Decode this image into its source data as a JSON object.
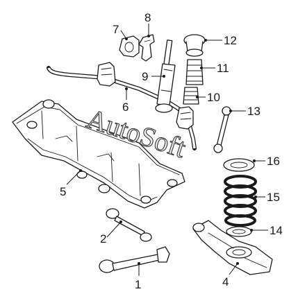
{
  "watermark": "AutoSoft",
  "parts": [
    {
      "id": "1",
      "label": "1"
    },
    {
      "id": "2",
      "label": "2"
    },
    {
      "id": "4",
      "label": "4"
    },
    {
      "id": "5",
      "label": "5"
    },
    {
      "id": "6",
      "label": "6"
    },
    {
      "id": "7",
      "label": "7"
    },
    {
      "id": "8",
      "label": "8"
    },
    {
      "id": "9",
      "label": "9"
    },
    {
      "id": "10",
      "label": "10"
    },
    {
      "id": "11",
      "label": "11"
    },
    {
      "id": "12",
      "label": "12"
    },
    {
      "id": "13",
      "label": "13"
    },
    {
      "id": "14",
      "label": "14"
    },
    {
      "id": "15",
      "label": "15"
    },
    {
      "id": "16",
      "label": "16"
    }
  ]
}
